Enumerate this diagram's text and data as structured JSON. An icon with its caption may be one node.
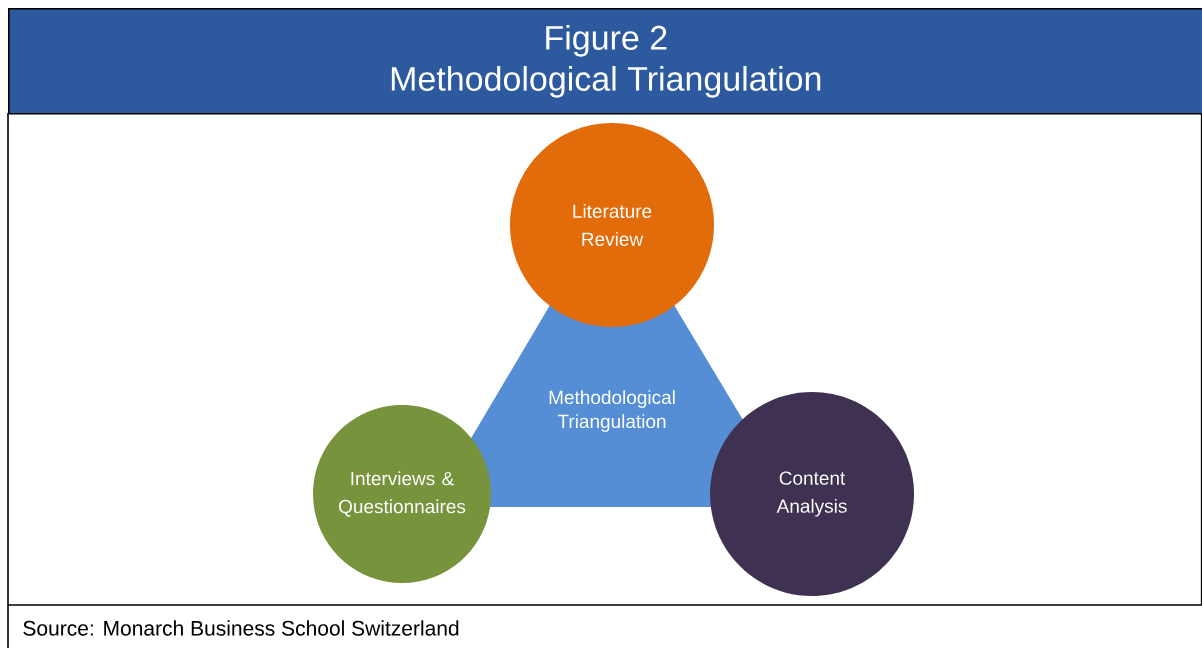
{
  "diagram": {
    "caption": "Source: Monarch Business School Switzerland",
    "nodes": [
      {
        "text": [
          "Figure 2",
          "Methodological Triangulation"
        ]
      },
      {
        "text": [
          "Literature Review"
        ]
      },
      {
        "text": [
          "Methodological Triangulation"
        ]
      },
      {
        "text": [
          "Interviews & Questionnaires"
        ]
      },
      {
        "text": [
          "Content Analysis"
        ]
      }
    ]
  }
}
